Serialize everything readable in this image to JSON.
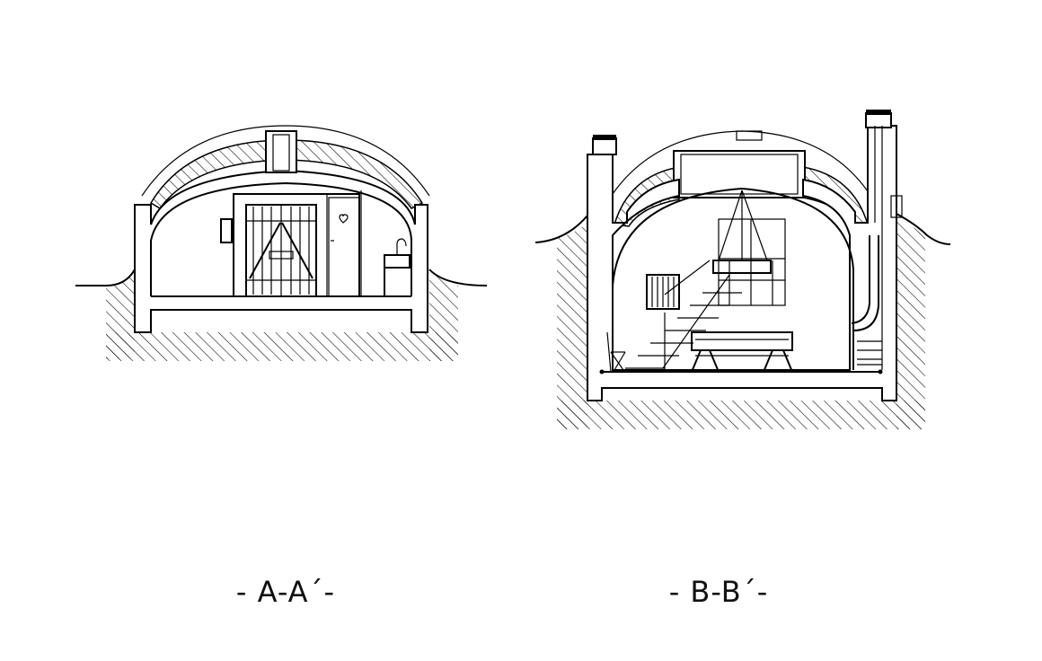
{
  "sections": [
    {
      "id": "a",
      "label": "- A-A´-"
    },
    {
      "id": "b",
      "label": "- B-B´-"
    }
  ],
  "icons": [
    "heart-icon"
  ]
}
